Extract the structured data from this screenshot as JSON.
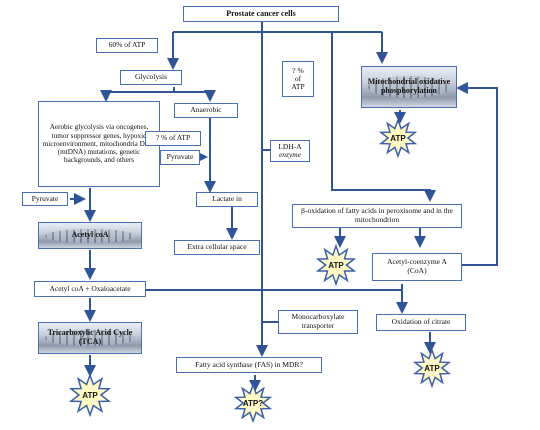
{
  "nodes": {
    "prostate": "Prostate cancer cells",
    "atp60": "60% of ATP",
    "glycolysis": "Glycolysis",
    "aerobic": "Aerobic glycolysis via oncogenes, tumor suppressor genes, hypoxic microenvironment, mitochondria DNA (mtDNA) mutations, genetic backgrounds, and others",
    "anaerobic": "Anaerobic",
    "atp_unknown_left": "? % of ATP",
    "pyruvate_mid": "Pyruvate",
    "lactate_in": "Lactate in",
    "extracellular": "Extra cellular space",
    "pyruvate_left": "Pyruvate",
    "acetyl_coa_mito": "Acetyl coA",
    "acetyl_oxaloacetate": "Acetyl coA + Oxaloacetate",
    "tca": "Tricarboxylic Acid Cycle (TCA)",
    "ldha": "LDH-A",
    "ldha_sub": "enzyme",
    "atp_unknown_right": "? %\nof\nATP",
    "mito_ox": "Mitochondrial oxidative phosphorylation",
    "beta_ox": "β-oxidation of fatty acids in peroxisome and in the mitochondrion",
    "acetyl_coenzyme": "Acetyl-coenzyme A\n(CoA)",
    "oxidation_citrate": "Oxidation of citrate",
    "monocarboxylate": "Monocarboxylate transporter",
    "fas": "Fatty acid synthase (FAS) in MDR?"
  },
  "bursts": {
    "atp_tca": "ATP",
    "atp_fas": "ATP?",
    "atp_beta": "ATP",
    "atp_citrate": "ATP",
    "atp_mito": "ATP"
  },
  "colors": {
    "line": "#2f5597",
    "arrow_fill": "#3a64b0",
    "burst_fill": "#fff9c4",
    "burst_stroke": "#3b5ea8",
    "box_border": "#4a6fb5"
  }
}
